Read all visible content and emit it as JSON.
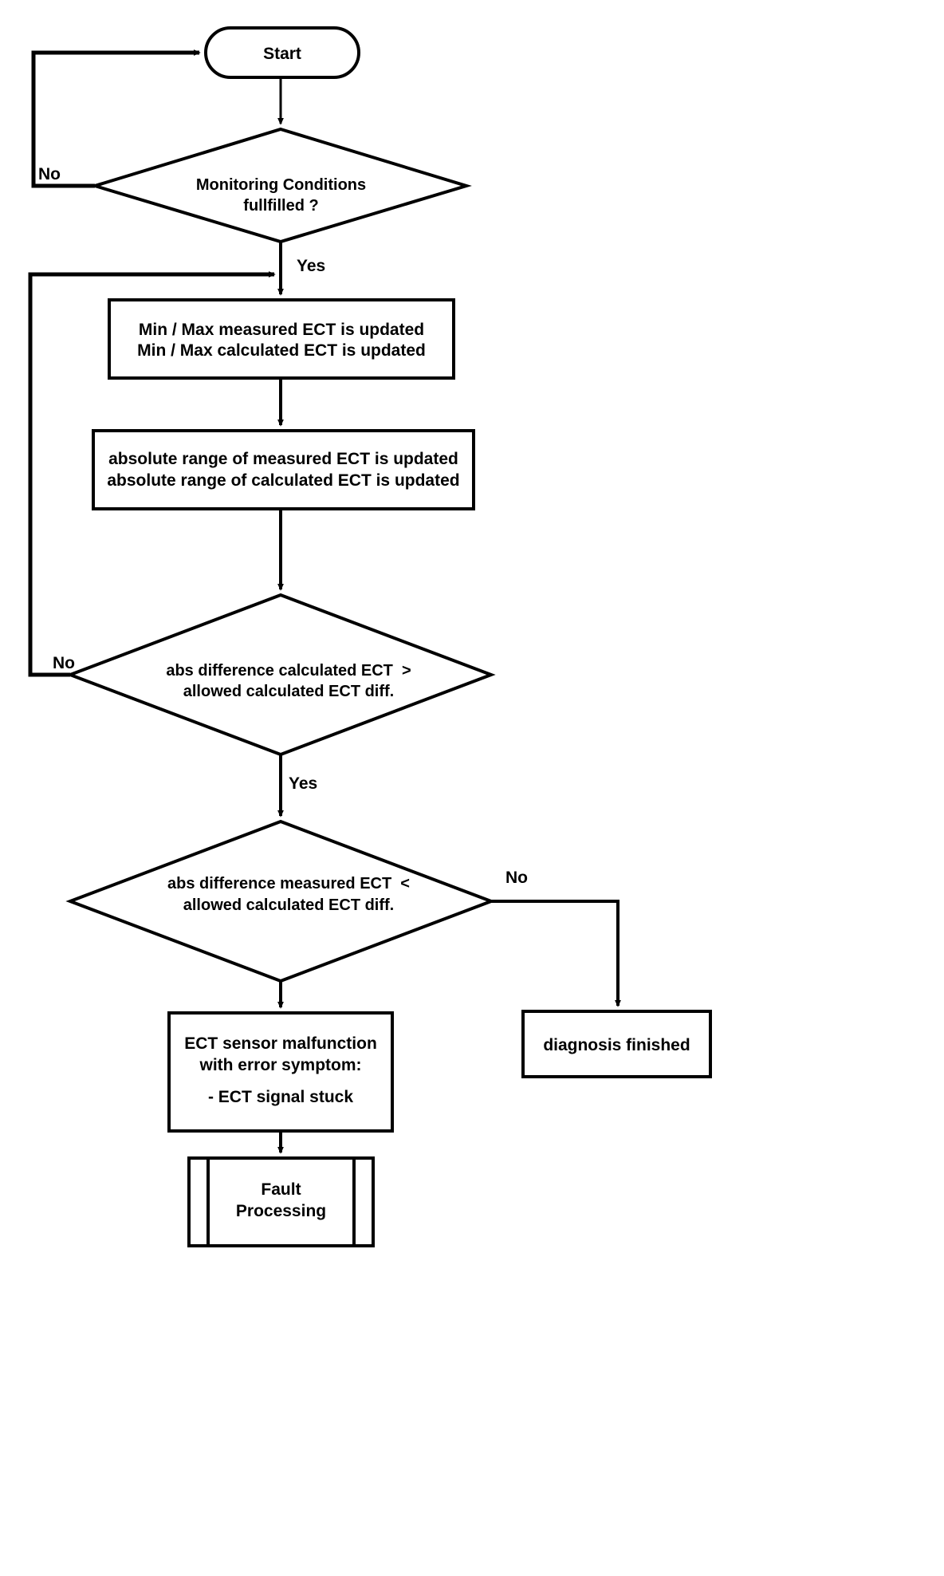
{
  "diagram": {
    "title": "ECT sensor stuck-signal diagnosis flowchart",
    "type": "flowchart",
    "stroke_color": "#000000",
    "fill_color": "#ffffff",
    "nodes": [
      {
        "id": "start",
        "shape": "terminator",
        "label": "Start"
      },
      {
        "id": "monitoring-conditions",
        "shape": "decision",
        "line1": "Monitoring Conditions",
        "line2": "fullfilled ?"
      },
      {
        "id": "minmax-update",
        "shape": "process",
        "line1": "Min / Max measured ECT is updated",
        "line2": "Min / Max calculated ECT is updated"
      },
      {
        "id": "absolute-range-update",
        "shape": "process",
        "line1": "absolute range of measured ECT is updated",
        "line2": "absolute range of calculated ECT is updated"
      },
      {
        "id": "abs-diff-calculated",
        "shape": "decision",
        "line1": "abs difference calculated ECT  >",
        "line2": "allowed calculated ECT diff."
      },
      {
        "id": "abs-diff-measured",
        "shape": "decision",
        "line1": "abs difference measured ECT  <",
        "line2": "allowed calculated ECT diff."
      },
      {
        "id": "ect-sensor-malfunction",
        "shape": "process",
        "line1": "ECT sensor malfunction",
        "line2": "with error symptom:",
        "line3": "- ECT signal stuck"
      },
      {
        "id": "diagnosis-finished",
        "shape": "process",
        "label": "diagnosis finished"
      },
      {
        "id": "fault-processing",
        "shape": "predefined-process",
        "line1": "Fault",
        "line2": "Processing"
      }
    ],
    "edge_labels": {
      "monitoring_no": "No",
      "monitoring_yes": "Yes",
      "calc_diff_no": "No",
      "calc_diff_yes": "Yes",
      "meas_diff_no": "No"
    }
  }
}
